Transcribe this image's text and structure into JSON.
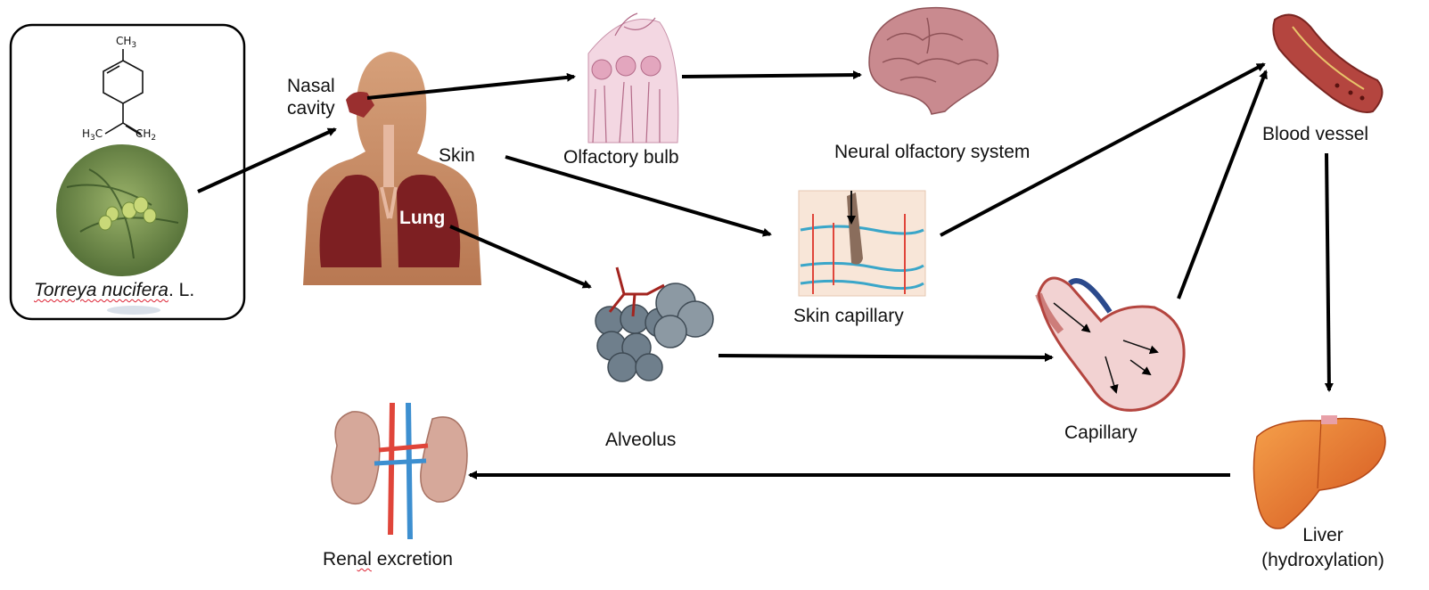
{
  "diagram": {
    "source_box": {
      "species_italic": "Torreya nucifera",
      "species_suffix": ". L.",
      "molecule_labels": {
        "methyl": "CH3",
        "left_group": "H3C",
        "right_group": "CH2"
      }
    },
    "nodes": {
      "nasal_cavity": "Nasal\ncavity",
      "skin": "Skin",
      "lung": "Lung",
      "olfactory_bulb": "Olfactory bulb",
      "neural_olfactory_system": "Neural olfactory system",
      "skin_capillary": "Skin capillary",
      "alveolus": "Alveolus",
      "capillary": "Capillary",
      "blood_vessel": "Blood vessel",
      "liver": "Liver\n(hydroxylation)",
      "renal_excretion_part1": "Ren",
      "renal_excretion_part2": "al",
      "renal_excretion_part3": " excretion"
    },
    "colors": {
      "arrow": "#000000",
      "lung_tissue": "#8b2a2a",
      "skin_tone": "#c98a64",
      "brain": "#c98a8f",
      "liver": "#e8772e",
      "artery": "#e0453a",
      "vein": "#3d8fd0",
      "alveolus": "#6f7f8c"
    }
  }
}
